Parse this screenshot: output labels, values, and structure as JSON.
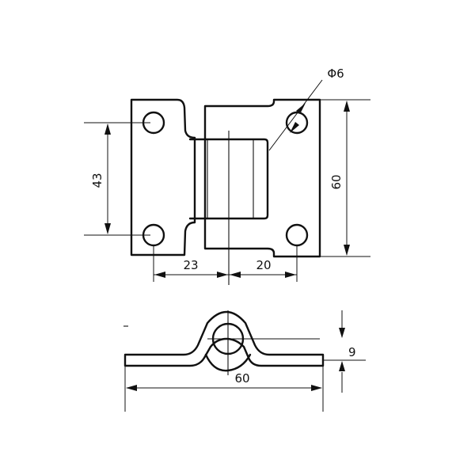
{
  "top_view": {
    "dim_hole_diameter": "Φ6",
    "dim_hole_spacing_vertical": "43",
    "dim_overall_height": "60",
    "dim_left_offset": "23",
    "dim_right_offset": "20"
  },
  "side_view": {
    "dim_overall_length": "60",
    "dim_height": "9"
  },
  "colors": {
    "line": "#111111",
    "background": "#ffffff"
  }
}
